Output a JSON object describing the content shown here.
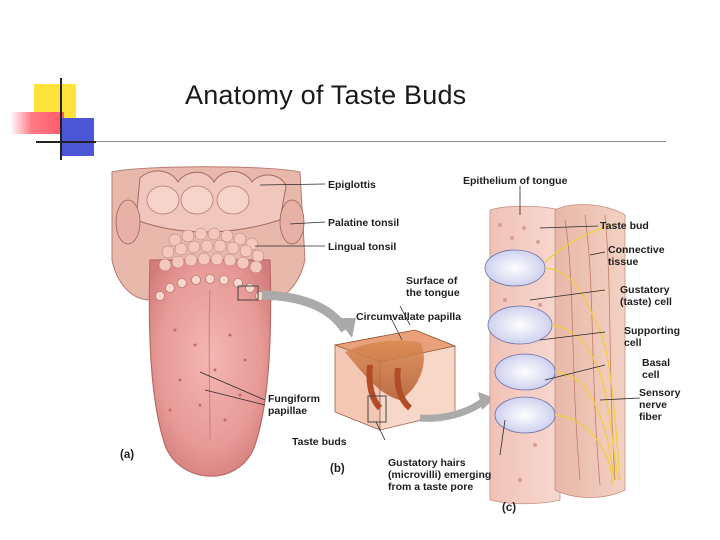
{
  "slide": {
    "title": "Anatomy of Taste Buds"
  },
  "figure": {
    "panel_a": {
      "letter": "(a)",
      "labels": {
        "epiglottis": "Epiglottis",
        "palatine_tonsil": "Palatine tonsil",
        "lingual_tonsil": "Lingual tonsil",
        "fungiform_1": "Fungiform",
        "fungiform_2": "papillae"
      }
    },
    "panel_b": {
      "letter": "(b)",
      "labels": {
        "surface_1": "Surface of",
        "surface_2": "the tongue",
        "circumvallate": "Circumvallate papilla",
        "taste_buds": "Taste buds"
      }
    },
    "panel_c": {
      "letter": "(c)",
      "labels": {
        "epithelium": "Epithelium of tongue",
        "taste_bud": "Taste bud",
        "connective_1": "Connective",
        "connective_2": "tissue",
        "gustatory_1": "Gustatory",
        "gustatory_2": "(taste) cell",
        "supporting_1": "Supporting",
        "supporting_2": "cell",
        "basal_1": "Basal",
        "basal_2": "cell",
        "sensory_1": "Sensory",
        "sensory_2": "nerve",
        "sensory_3": "fiber",
        "hairs_1": "Gustatory hairs",
        "hairs_2": "(microvilli) emerging",
        "hairs_3": "from a taste pore"
      }
    }
  }
}
